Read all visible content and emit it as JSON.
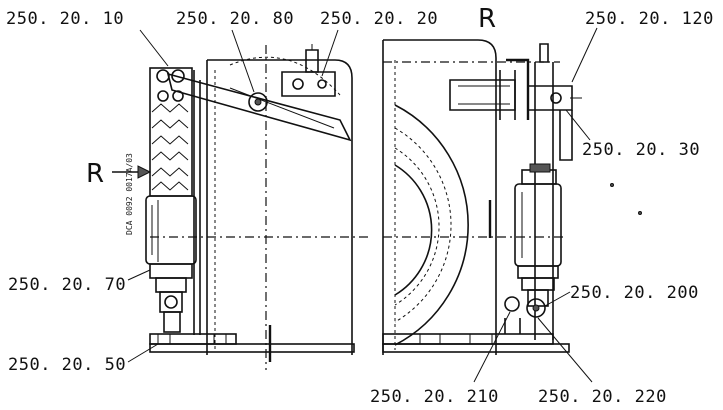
{
  "labels": {
    "l10": "250. 20. 10",
    "l80": "250. 20. 80",
    "l20": "250. 20. 20",
    "l120": "250. 20. 120",
    "l30": "250. 20. 30",
    "l70": "250. 20. 70",
    "l200": "250. 20. 200",
    "l50": "250. 20. 50",
    "l210": "250. 20. 210",
    "l220": "250. 20. 220"
  },
  "view_marker_top": "R",
  "view_marker_left": "R",
  "drawing_number": "DCA 0092 0017A/03"
}
